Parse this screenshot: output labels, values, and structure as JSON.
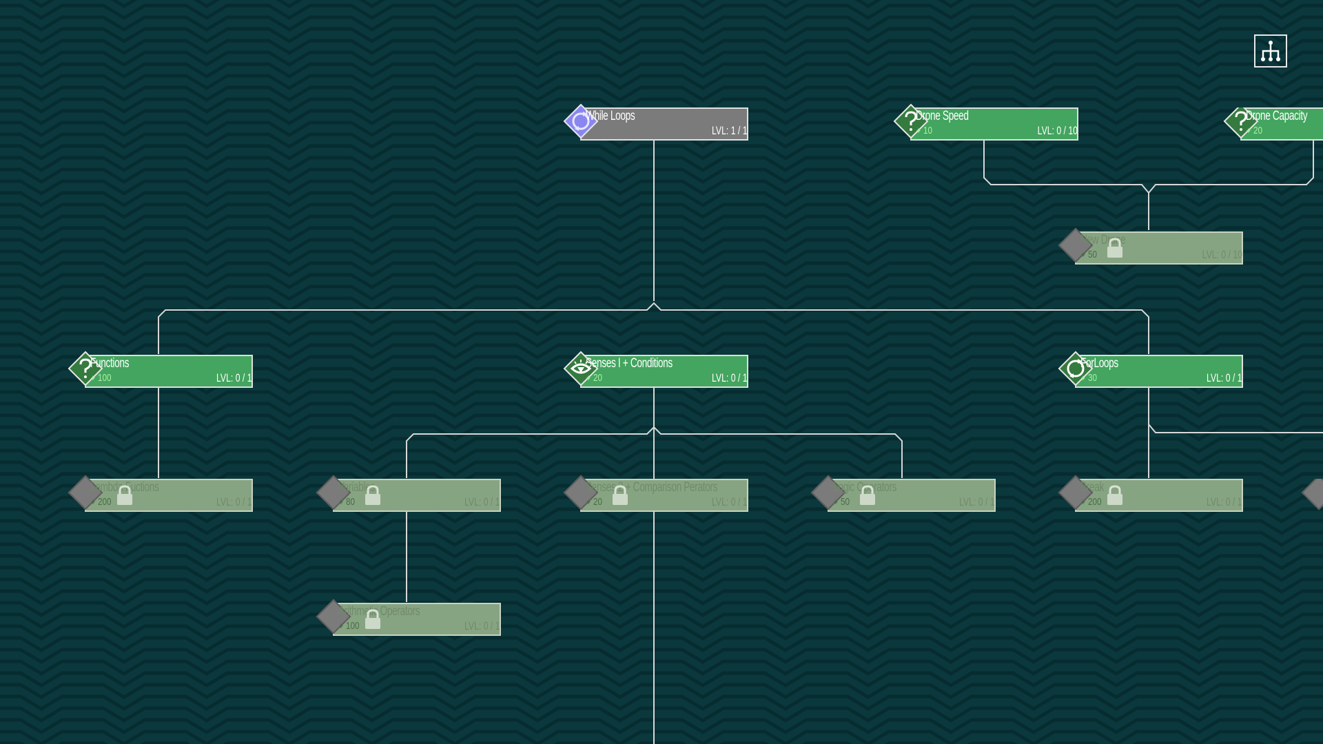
{
  "toolbar": {
    "tree_view_icon": "skill-tree-icon"
  },
  "colors": {
    "background": "#0a3539",
    "unlocked": "#43a55f",
    "owned": "#7b7b7b",
    "locked": "#87a482",
    "cost": "#a7f0a2",
    "owned_icon": "#8a86f0"
  },
  "nodes": {
    "while_loops": {
      "title": "While Loops",
      "cost": "",
      "level": "LVL: 1 / 1",
      "icon": "loop-icon",
      "state": "owned"
    },
    "drone_speed": {
      "title": "Drone Speed",
      "cost": "10",
      "level": "LVL: 0 / 10",
      "icon": "question-icon",
      "state": "unlocked"
    },
    "drone_capacity": {
      "title": "Drone Capacity",
      "cost": "20",
      "level": "",
      "icon": "question-icon",
      "state": "unlocked"
    },
    "new_drone": {
      "title": "New Drone",
      "cost": "50",
      "level": "LVL: 0 / 10",
      "icon": "lock-icon",
      "state": "locked"
    },
    "functions": {
      "title": "Functions",
      "cost": "100",
      "level": "LVL: 0 / 1",
      "icon": "question-icon",
      "state": "unlocked"
    },
    "senses_conditions": {
      "title": "Senses I + Conditions",
      "cost": "20",
      "level": "LVL: 0 / 1",
      "icon": "eye-icon",
      "state": "unlocked"
    },
    "for_loops": {
      "title": "ForLoops",
      "cost": "30",
      "level": "LVL: 0 / 1",
      "icon": "loop-icon",
      "state": "unlocked"
    },
    "lambda_functions": {
      "title": "Lambda Fuctions",
      "cost": "200",
      "level": "LVL: 0 / 1",
      "icon": "lock-icon",
      "state": "locked"
    },
    "variables": {
      "title": "Variables",
      "cost": "80",
      "level": "LVL: 0 / 1",
      "icon": "lock-icon",
      "state": "locked"
    },
    "senses_2": {
      "title": "Senses 2 + Comparison Perators",
      "cost": "20",
      "level": "LVL: 0 / 1",
      "icon": "lock-icon",
      "state": "locked"
    },
    "logic_operators": {
      "title": "Logic Operators",
      "cost": "50",
      "level": "LVL: 0 / 1",
      "icon": "lock-icon",
      "state": "locked"
    },
    "break": {
      "title": "Break",
      "cost": "200",
      "level": "LVL: 0 / 1",
      "icon": "lock-icon",
      "state": "locked"
    },
    "arithmetic": {
      "title": "Arithmetic Operators",
      "cost": "100",
      "level": "LVL: 0 / 1",
      "icon": "lock-icon",
      "state": "locked"
    }
  }
}
